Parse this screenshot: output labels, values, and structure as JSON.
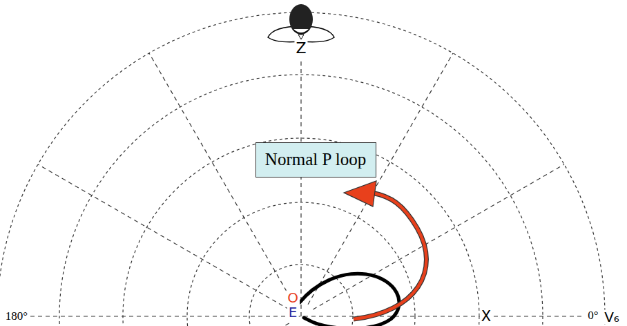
{
  "diagram": {
    "nodes": [
      {
        "text": [
          "Normal P loop"
        ]
      }
    ],
    "labels": [
      "Z",
      "O",
      "E",
      "180°",
      "X",
      "0°",
      "V₆"
    ]
  }
}
